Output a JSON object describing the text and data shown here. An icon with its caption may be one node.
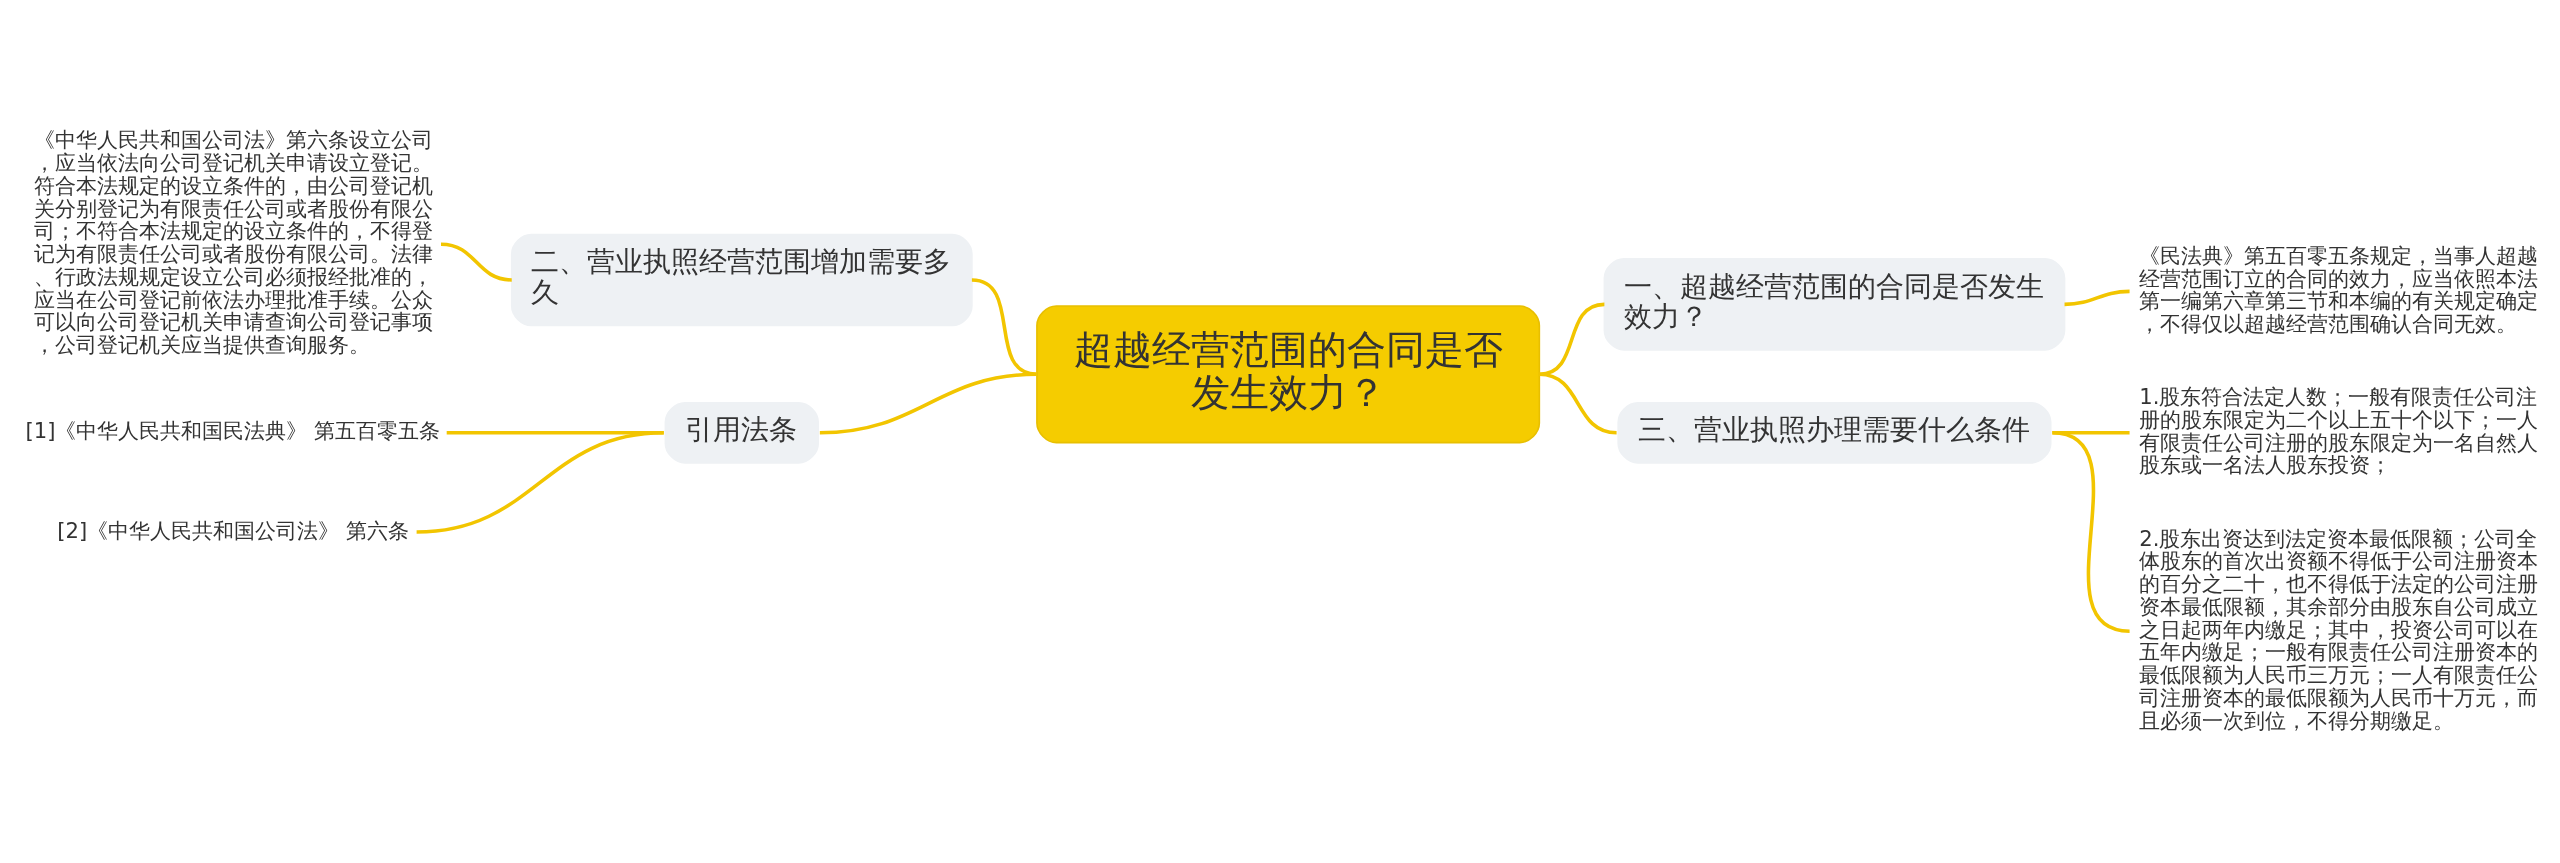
{
  "diagram": {
    "nodes": [
      {
        "text": [
          "超越经营范围的合同是否发生效力？"
        ]
      },
      {
        "text": [
          "二、营业执照经营范围增加需要多久"
        ]
      },
      {
        "text": [
          "《中华人民共和国公司法》第六条设立公司，应当依法向公司登记机关申请设立登记。符合本法规定的设立条件的，由公司登记机关分别登记为有限责任公司或者股份有限公司；不符合本法规定的设立条件的，不得登记为有限责任公司或者股份有限公司。法律、行政法规规定设立公司必须报经批准的，应当在公司登记前依法办理批准手续。公众可以向公司登记机关申请查询公司登记事项，公司登记机关应当提供查询服务。"
        ]
      },
      {
        "text": [
          "引用法条"
        ]
      },
      {
        "text": [
          "[1]《中华人民共和国民法典》 第五百零五条"
        ]
      },
      {
        "text": [
          "[2]《中华人民共和国公司法》 第六条"
        ]
      },
      {
        "text": [
          "一、超越经营范围的合同是否发生效力？"
        ]
      },
      {
        "text": [
          "《民法典》第五百零五条规定，当事人超越经营范围订立的合同的效力，应当依照本法第一编第六章第三节和本编的有关规定确定，不得仅以超越经营范围确认合同无效。"
        ]
      },
      {
        "text": [
          "三、营业执照办理需要什么条件"
        ]
      },
      {
        "text": [
          "1.股东符合法定人数；一般有限责任公司注册的股东限定为二个以上五十个以下；一人有限责任公司注册的股东限定为一名自然人股东或一名法人股东投资；"
        ]
      },
      {
        "text": [
          "2.股东出资达到法定资本最低限额；公司全体股东的首次出资额不得低于公司注册资本的百分之二十，也不得低于法定的公司注册资本最低限额，其余部分由股东自公司成立之日起两年内缴足；其中，投资公司可以在五年内缴足；一般有限责任公司注册资本的最低限额为人民币三万元；一人有限责任公司注册资本的最低限额为人民币十万元，而且必须一次到位，不得分期缴足。"
        ]
      }
    ],
    "edges": [
      {
        "from": 2,
        "to": 1,
        "arrow": "none"
      },
      {
        "from": 1,
        "to": 0,
        "arrow": "none"
      },
      {
        "from": 4,
        "to": 3,
        "arrow": "none"
      },
      {
        "from": 5,
        "to": 3,
        "arrow": "none"
      },
      {
        "from": 3,
        "to": 0,
        "arrow": "none"
      },
      {
        "from": 0,
        "to": 6,
        "arrow": "none"
      },
      {
        "from": 6,
        "to": 7,
        "arrow": "none"
      },
      {
        "from": 0,
        "to": 8,
        "arrow": "none"
      },
      {
        "from": 8,
        "to": 9,
        "arrow": "none"
      },
      {
        "from": 8,
        "to": 10,
        "arrow": "none"
      }
    ]
  }
}
